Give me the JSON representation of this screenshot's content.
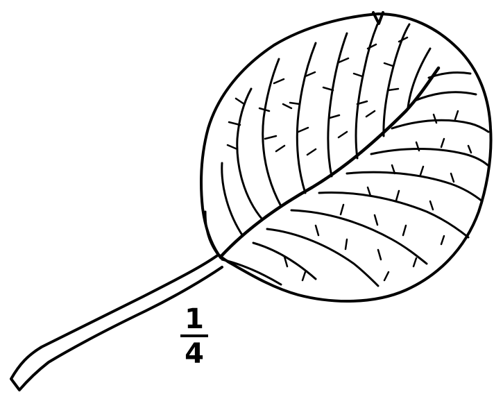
{
  "illustration": {
    "subject": "leaf-with-petiole-line-drawing",
    "ink_color": "#000000",
    "paper_color": "#ffffff"
  },
  "scale_label": {
    "numerator": "1",
    "denominator": "4"
  }
}
